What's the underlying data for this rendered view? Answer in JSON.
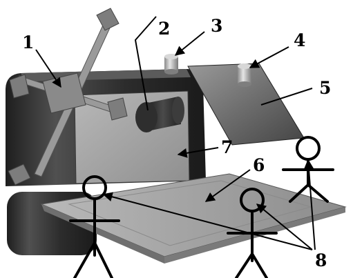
{
  "labels": {
    "l1": "1",
    "l2": "2",
    "l3": "3",
    "l4": "4",
    "l5": "5",
    "l6": "6",
    "l7": "7",
    "l8": "8"
  },
  "colors": {
    "dark_body": "#2a2a2a",
    "mid_gray": "#8a8a8a",
    "light_gray": "#c9c9c9",
    "screen_gray": "#a9a9a9",
    "table_gray": "#9e9e9e"
  }
}
